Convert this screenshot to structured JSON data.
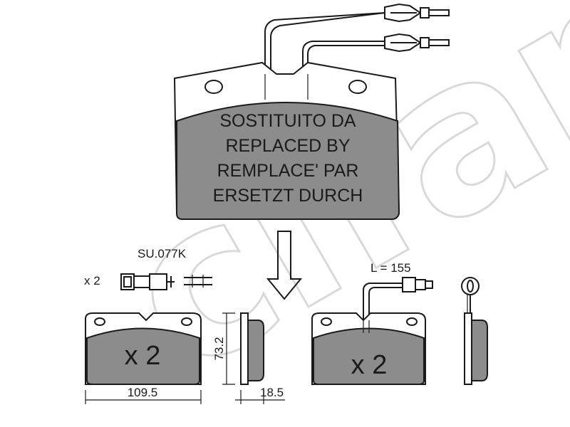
{
  "watermark": "cifam",
  "main_pad": {
    "replaced_lines": [
      "SOSTITUITO DA",
      "REPLACED BY",
      "REMPLACE' PAR",
      "ERSETZT DURCH"
    ]
  },
  "accessory": {
    "code": "SU.077K",
    "quantity": "x 2"
  },
  "pad_left": {
    "quantity": "x 2",
    "width": "109.5",
    "height": "73.2",
    "thickness": "18.5"
  },
  "pad_right": {
    "quantity": "x 2",
    "wire_length": "L = 155"
  },
  "colors": {
    "pad_fill": "#8c8c8c",
    "line": "#1a1a1a",
    "watermark": "#d9d9d9"
  }
}
